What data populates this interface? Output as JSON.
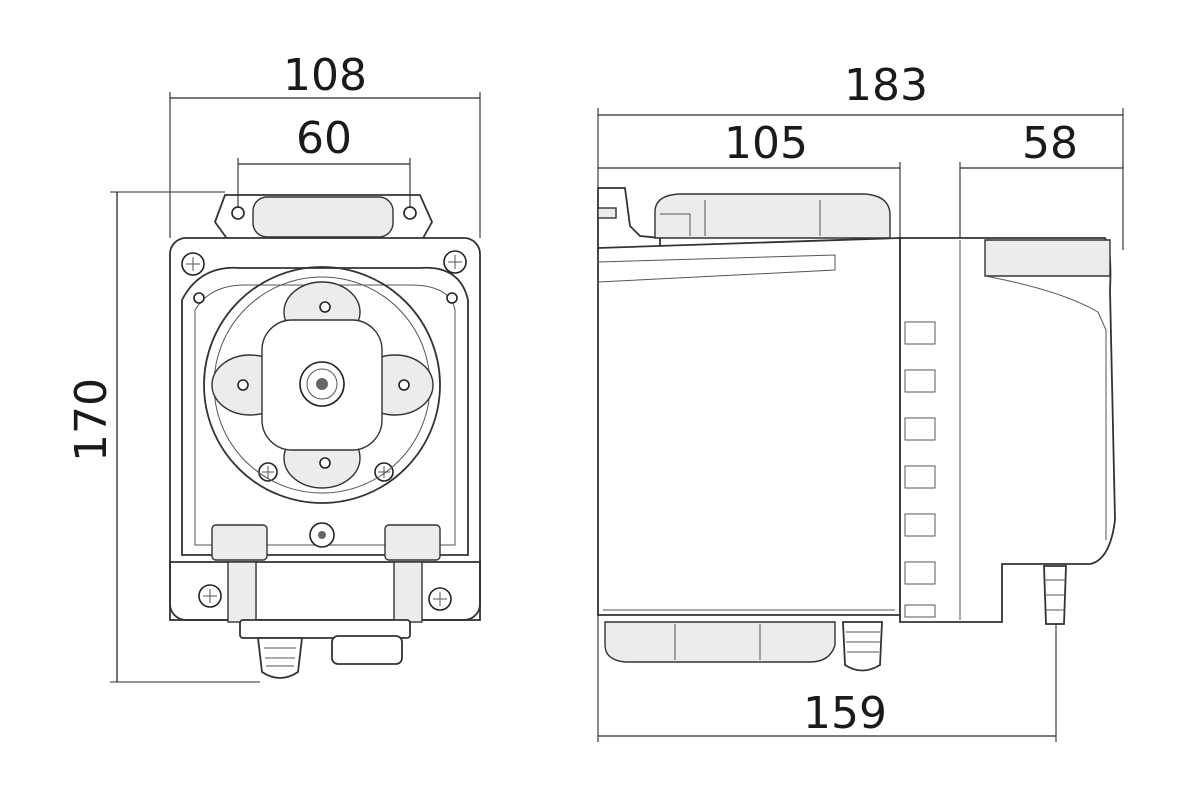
{
  "dimensions": {
    "front_width_overall": "108",
    "front_width_mount": "60",
    "front_height": "170",
    "side_length_overall": "183",
    "side_body_length": "105",
    "side_cover_length": "58",
    "side_base_length": "159"
  }
}
